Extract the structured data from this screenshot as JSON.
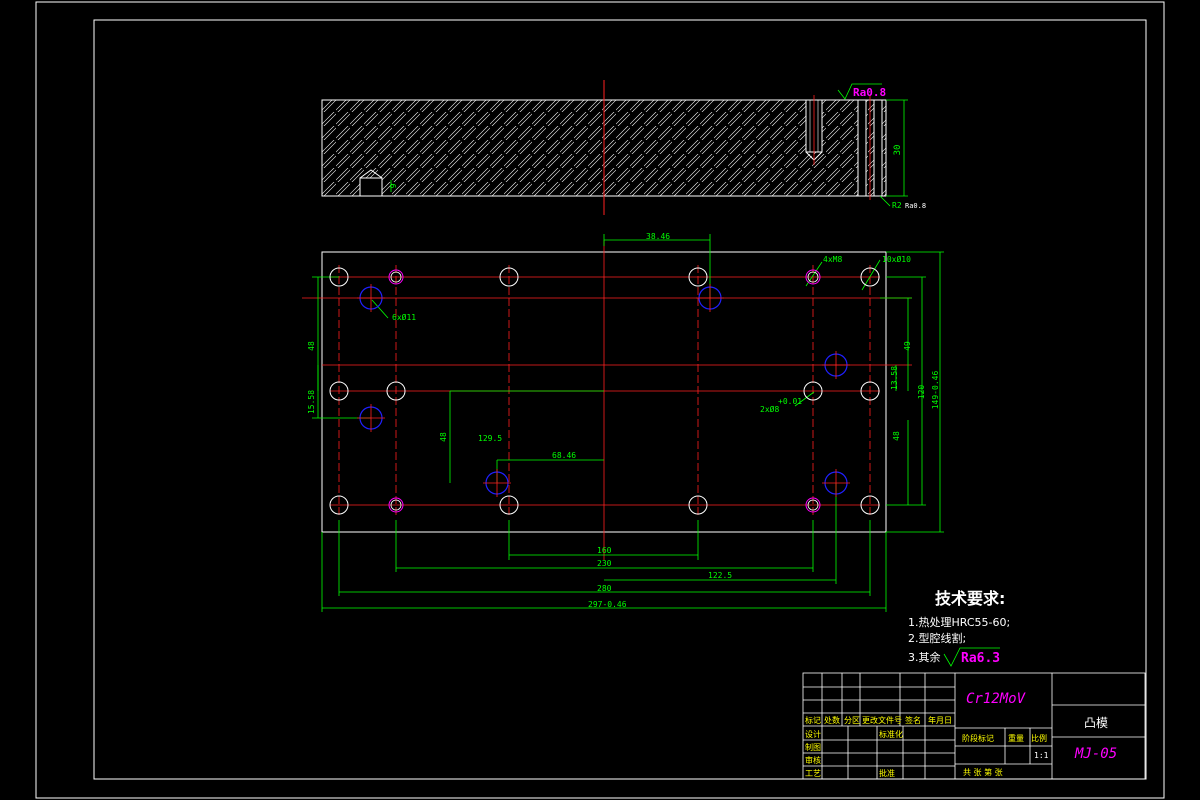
{
  "section_view": {
    "roughness_top": "Ra0.8",
    "roughness_bottom": "Ra0.8",
    "radius_note": "R2",
    "dim_height": "30",
    "dim_small": "9"
  },
  "plan_view": {
    "dim_top": "38.46",
    "dim_129": "129.5",
    "dim_68": "68.46",
    "dim_160": "160",
    "dim_230": "230",
    "dim_122": "122.5",
    "dim_280": "280",
    "dim_overall_w": "297-0.46",
    "dim_48_left": "48",
    "dim_15_left": "15.58",
    "dim_48_mid": "48",
    "dim_49_right": "49",
    "dim_13_right": "13.58",
    "dim_120": "120",
    "dim_48_right": "48",
    "dim_overall_h": "149-0.46",
    "note_holes1": "6xØ11",
    "note_thread": "4xM8",
    "note_holes2": "10xØ10",
    "note_pins": "2xØ8",
    "note_tol": "+0.01"
  },
  "tech_requirements": {
    "title": "技术要求:",
    "items": [
      "1.热处理HRC55-60;",
      "2.型腔线割;",
      "3.其余"
    ],
    "roughness": "Ra6.3"
  },
  "title_block": {
    "material": "Cr12MoV",
    "part_name": "凸模",
    "drawing_no": "MJ-05",
    "scale": "1:1",
    "labels": {
      "mark": "标记",
      "count": "处数",
      "zone": "分区",
      "change_doc": "更改文件号",
      "sign": "签名",
      "date": "年月日",
      "design": "设计",
      "standardize": "标准化",
      "check": "审核",
      "process": "工艺",
      "approve": "批准",
      "stage_mark": "阶段标记",
      "weight": "重量",
      "scale_label": "比例",
      "sheets": "共  张  第  张",
      "drafting": "制图"
    }
  },
  "colors": {
    "frame": "#ffffff",
    "center": "#ff2020",
    "dim": "#00ff00",
    "hole": "#ffffff",
    "thread": "#0000ff",
    "text_magenta": "#ff00ff",
    "text_yellow": "#ffff00",
    "text_white": "#ffffff"
  }
}
